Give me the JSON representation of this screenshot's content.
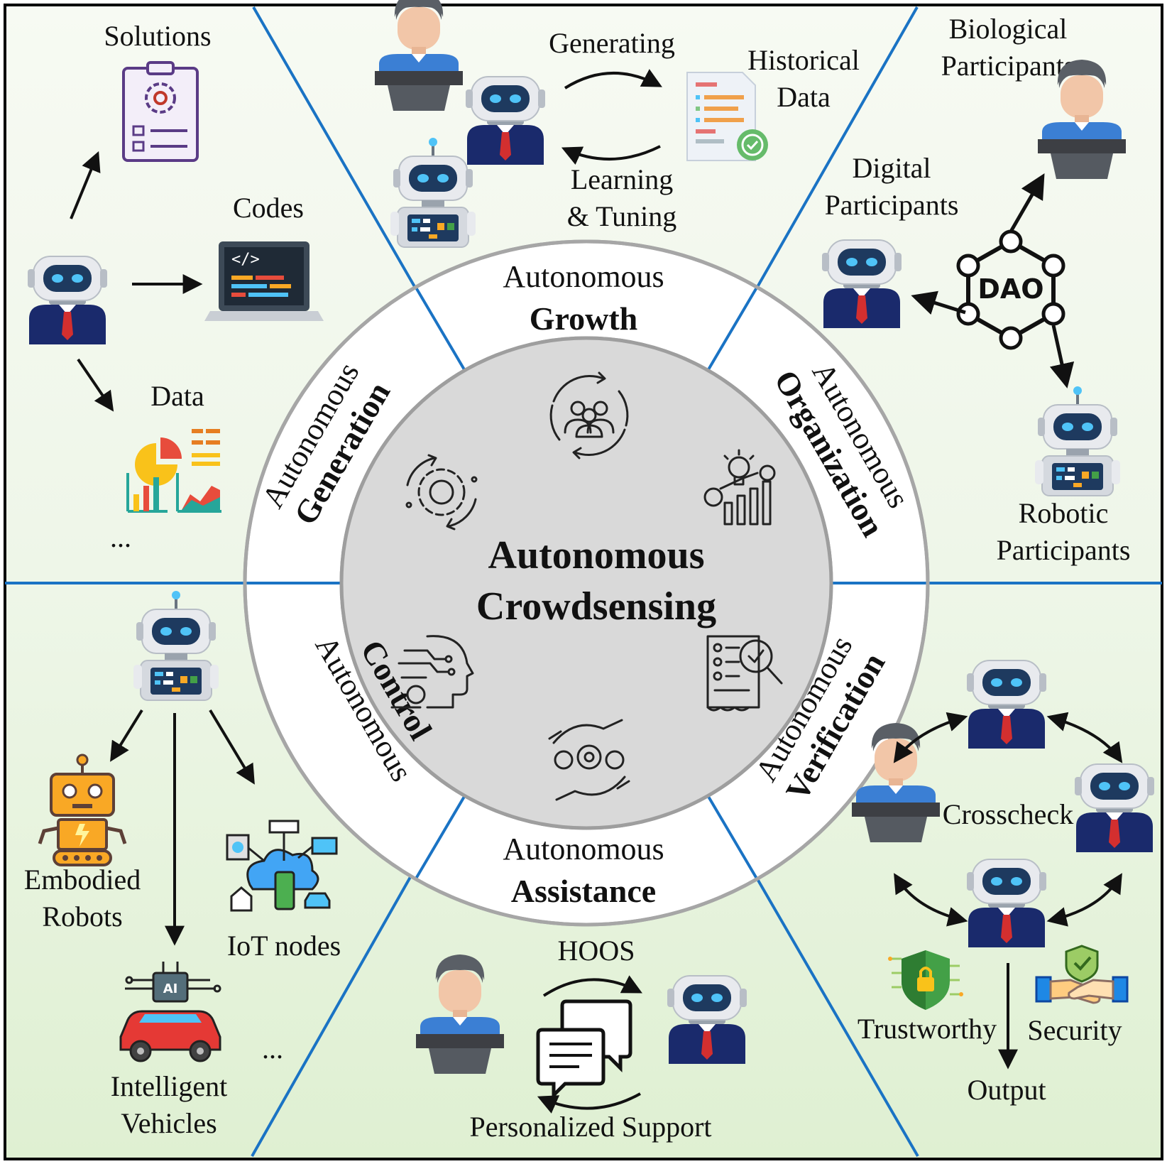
{
  "center": {
    "line1": "Autonomous",
    "line2": "Crowdsensing"
  },
  "ring": {
    "growth": {
      "top": "Autonomous",
      "bold": "Growth"
    },
    "generation": {
      "top": "Autonomous",
      "bold": "Generation"
    },
    "organization": {
      "top": "Autonomous",
      "bold": "Organization"
    },
    "control": {
      "top": "Autonomous",
      "bold": "Control"
    },
    "verification": {
      "top": "Autonomous",
      "bold": "Verification"
    },
    "assistance": {
      "top": "Autonomous",
      "bold": "Assistance"
    }
  },
  "generation": {
    "solutions": "Solutions",
    "codes": "Codes",
    "data": "Data",
    "ellipsis": "..."
  },
  "growth": {
    "generating": "Generating",
    "historical_1": "Historical",
    "historical_2": "Data",
    "learning_1": "Learning",
    "learning_2": "& Tuning"
  },
  "organization": {
    "bio_1": "Biological",
    "bio_2": "Participants",
    "digital_1": "Digital",
    "digital_2": "Participants",
    "robotic_1": "Robotic",
    "robotic_2": "Participants",
    "dao": "DAO"
  },
  "control": {
    "embodied_1": "Embodied",
    "embodied_2": "Robots",
    "iot": "IoT nodes",
    "vehicles_1": "Intelligent",
    "vehicles_2": "Vehicles",
    "ellipsis": "...",
    "ai_chip": "AI"
  },
  "assistance": {
    "hoos": "HOOS",
    "support": "Personalized Support"
  },
  "verification": {
    "crosscheck": "Crosscheck",
    "trustworthy": "Trustworthy",
    "security": "Security",
    "output": "Output"
  },
  "colors": {
    "divider": "#1a73c4",
    "center_fill": "#d9d9d9",
    "ring_stroke": "#9e9e9e",
    "bg_top": "#f7faf3",
    "bg_bottom": "#e3f2d9",
    "robot_face": "#1e3a5f",
    "robot_eye": "#4fc3f7",
    "suit": "#1a2a6c",
    "tie": "#d32f2f",
    "person_shirt": "#3b7fd4",
    "laptop": "#555555"
  }
}
